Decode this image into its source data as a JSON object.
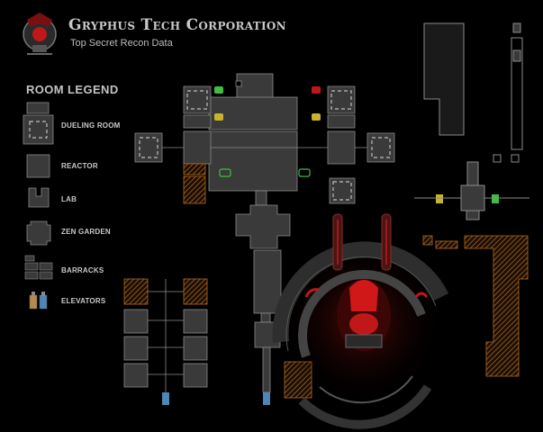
{
  "header": {
    "title": "Gryphus Tech Corporation",
    "subtitle": "Top Secret Recon Data",
    "logo": "gryphus-emblem-icon"
  },
  "legend": {
    "title": "ROOM LEGEND",
    "items": [
      {
        "label": "DUELING ROOM",
        "icon": "dueling-room-icon"
      },
      {
        "label": "REACTOR",
        "icon": "reactor-icon"
      },
      {
        "label": "LAB",
        "icon": "lab-icon"
      },
      {
        "label": "ZEN GARDEN",
        "icon": "zen-garden-icon"
      },
      {
        "label": "BARRACKS",
        "icon": "barracks-icon"
      },
      {
        "label": "ELEVATORS",
        "icon": "elevators-icon"
      }
    ]
  },
  "colors": {
    "background": "#000000",
    "room_fill": "#3a3a3a",
    "room_stroke": "#8a8a8a",
    "hatch_orange": "#b86a1e",
    "accent_red": "#b01c1c",
    "elevator_blue": "#4e86b8",
    "elevator_tan": "#b8894e",
    "signal_green": "#3fbf3f",
    "signal_yellow": "#c8b42a"
  }
}
